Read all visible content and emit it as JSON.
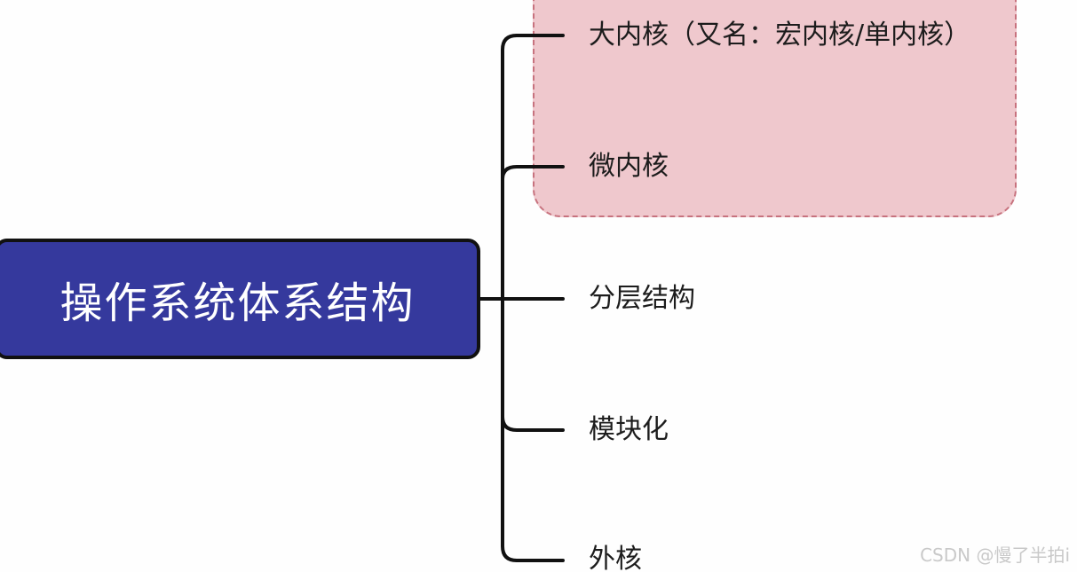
{
  "diagram": {
    "root": {
      "label": "操作系统体系结构"
    },
    "branches": [
      {
        "label": "大内核（又名：宏内核/单内核）",
        "highlighted": true
      },
      {
        "label": "微内核",
        "highlighted": true
      },
      {
        "label": "分层结构",
        "highlighted": false
      },
      {
        "label": "模块化",
        "highlighted": false
      },
      {
        "label": "外核",
        "highlighted": false
      }
    ],
    "colors": {
      "root_fill": "#35399d",
      "root_text": "#ffffff",
      "highlight_fill": "#efc8cd",
      "highlight_border": "#c7727e",
      "line": "#111111"
    }
  },
  "watermark": {
    "text": "CSDN @慢了半拍i"
  }
}
